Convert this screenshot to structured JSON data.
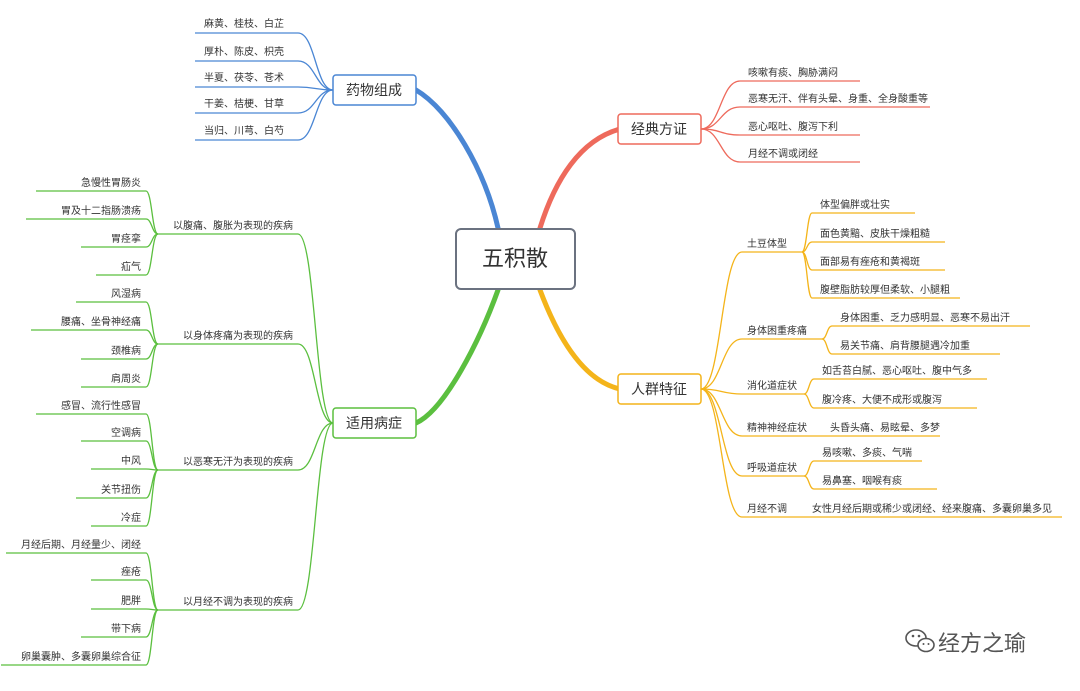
{
  "center": "五积散",
  "colors": {
    "blue": "#4a86d4",
    "red": "#ee6a5c",
    "yellow": "#f4b41a",
    "green": "#5bbf3f"
  },
  "branches": {
    "composition": {
      "label": "药物组成",
      "items": [
        "麻黄、桂枝、白芷",
        "厚朴、陈皮、枳壳",
        "半夏、茯苓、苍术",
        "干姜、桔梗、甘草",
        "当归、川芎、白芍"
      ]
    },
    "classic": {
      "label": "经典方证",
      "items": [
        "咳嗽有痰、胸胁满闷",
        "恶寒无汗、伴有头晕、身重、全身酸重等",
        "恶心呕吐、腹泻下利",
        "月经不调或闭经"
      ]
    },
    "population": {
      "label": "人群特征",
      "groups": [
        {
          "label": "土豆体型",
          "items": [
            "体型偏胖或壮实",
            "面色黄黯、皮肤干燥粗糙",
            "面部易有痤疮和黄褐斑",
            "腹壁脂肪较厚但柔软、小腿粗"
          ]
        },
        {
          "label": "身体困重疼痛",
          "items": [
            "身体困重、乏力感明显、恶寒不易出汗",
            "易关节痛、肩背腰腿遇冷加重"
          ]
        },
        {
          "label": "消化道症状",
          "items": [
            "如舌苔白腻、恶心呕吐、腹中气多",
            "腹冷疼、大便不成形或腹泻"
          ]
        },
        {
          "label": "精神神经症状",
          "items": [
            "头昏头痛、易眩晕、多梦"
          ]
        },
        {
          "label": "呼吸道症状",
          "items": [
            "易咳嗽、多痰、气喘",
            "易鼻塞、咽喉有痰"
          ]
        },
        {
          "label": "月经不调",
          "items": [
            "女性月经后期或稀少或闭经、经来腹痛、多囊卵巢多见"
          ]
        }
      ]
    },
    "diseases": {
      "label": "适用病症",
      "groups": [
        {
          "label": "以腹痛、腹胀为表现的疾病",
          "items": [
            "急慢性胃肠炎",
            "胃及十二指肠溃疡",
            "胃痉挛",
            "疝气"
          ]
        },
        {
          "label": "以身体疼痛为表现的疾病",
          "items": [
            "风湿病",
            "腰痛、坐骨神经痛",
            "颈椎病",
            "肩周炎"
          ]
        },
        {
          "label": "以恶寒无汗为表现的疾病",
          "items": [
            "感冒、流行性感冒",
            "空调病",
            "中风",
            "关节扭伤",
            "冷症"
          ]
        },
        {
          "label": "以月经不调为表现的疾病",
          "items": [
            "月经后期、月经量少、闭经",
            "痤疮",
            "肥胖",
            "带下病",
            "卵巢囊肿、多囊卵巢综合征"
          ]
        }
      ]
    }
  },
  "watermark": {
    "text": "经方之瑜",
    "icon": "wechat-icon"
  }
}
